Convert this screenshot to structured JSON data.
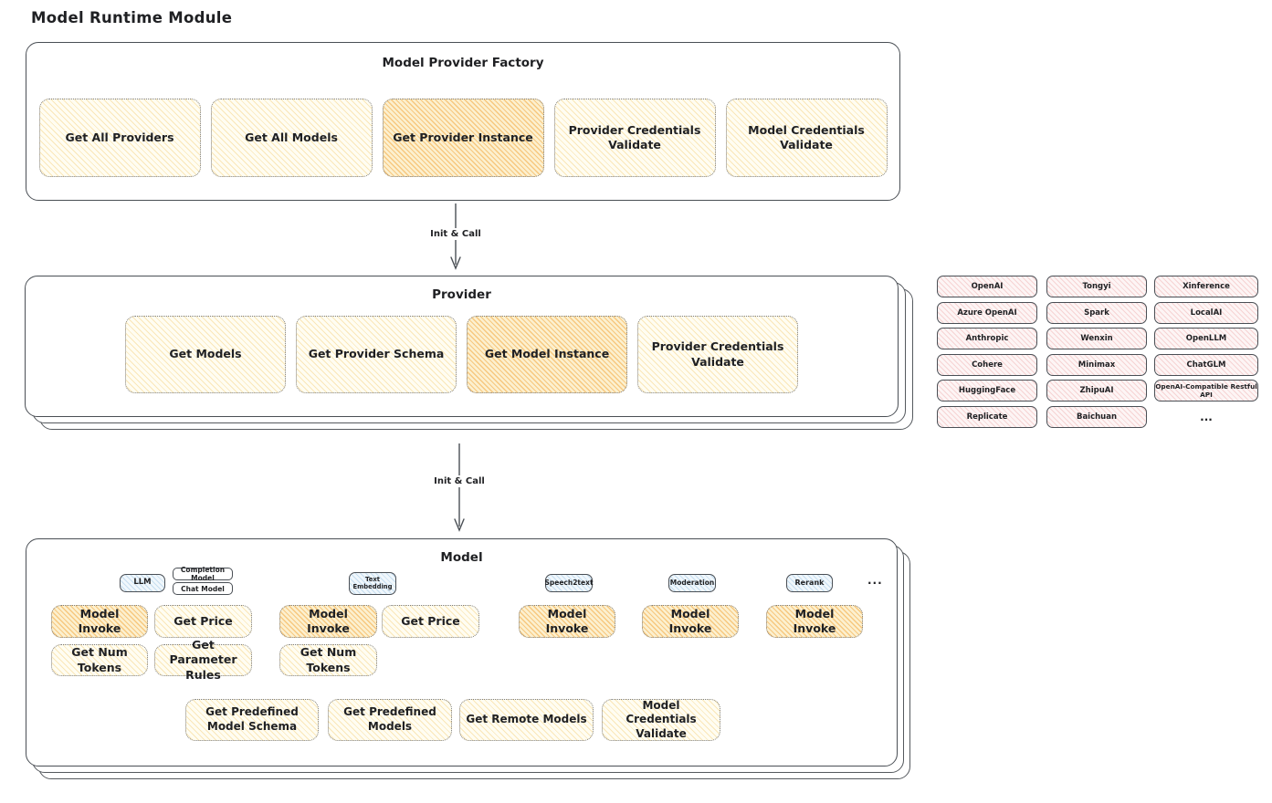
{
  "page_title": "Model Runtime Module",
  "colors": {
    "ink": "#1f2023",
    "node_yellow": "#fbe7b2",
    "node_highlight_orange": "#f3ad4a",
    "provider_pink": "#ebA0a0",
    "tag_blue": "#82b4dc"
  },
  "factory": {
    "title": "Model Provider Factory",
    "buttons": [
      {
        "label": "Get All Providers",
        "highlighted": false
      },
      {
        "label": "Get All Models",
        "highlighted": false
      },
      {
        "label": "Get Provider Instance",
        "highlighted": true
      },
      {
        "label": "Provider Credentials Validate",
        "highlighted": false
      },
      {
        "label": "Model Credentials Validate",
        "highlighted": false
      }
    ]
  },
  "arrows": {
    "factory_to_provider": "Init & Call",
    "provider_to_model": "Init & Call"
  },
  "provider": {
    "title": "Provider",
    "buttons": [
      {
        "label": "Get Models",
        "highlighted": false
      },
      {
        "label": "Get Provider Schema",
        "highlighted": false
      },
      {
        "label": "Get Model Instance",
        "highlighted": true
      },
      {
        "label": "Provider Credentials Validate",
        "highlighted": false
      }
    ]
  },
  "provider_list": {
    "col1": [
      "OpenAI",
      "Azure OpenAI",
      "Anthropic",
      "Cohere",
      "HuggingFace",
      "Replicate"
    ],
    "col2": [
      "Tongyi",
      "Spark",
      "Wenxin",
      "Minimax",
      "ZhipuAI",
      "Baichuan"
    ],
    "col3": [
      "Xinference",
      "LocalAI",
      "OpenLLM",
      "ChatGLM",
      "OpenAI-Compatible Restful API"
    ],
    "more": "..."
  },
  "model": {
    "title": "Model",
    "tags": {
      "llm": "LLM",
      "completion_model": "Completion Model",
      "chat_model": "Chat Model",
      "text_embedding": "Text Embedding",
      "speech2text": "Speech2text",
      "moderation": "Moderation",
      "rerank": "Rerank",
      "more": "..."
    },
    "buttons": {
      "llm_model_invoke": "Model Invoke",
      "llm_get_price": "Get Price",
      "llm_get_num_tokens": "Get Num Tokens",
      "llm_get_parameter_rules": "Get Parameter Rules",
      "embedding_model_invoke": "Model Invoke",
      "embedding_get_price": "Get Price",
      "embedding_get_num_tokens": "Get Num Tokens",
      "speech2text_model_invoke": "Model Invoke",
      "moderation_model_invoke": "Model Invoke",
      "rerank_model_invoke": "Model Invoke"
    },
    "bottom_buttons": [
      {
        "label": "Get Predefined Model Schema"
      },
      {
        "label": "Get Predefined Models"
      },
      {
        "label": "Get Remote Models"
      },
      {
        "label": "Model Credentials Validate"
      }
    ]
  }
}
